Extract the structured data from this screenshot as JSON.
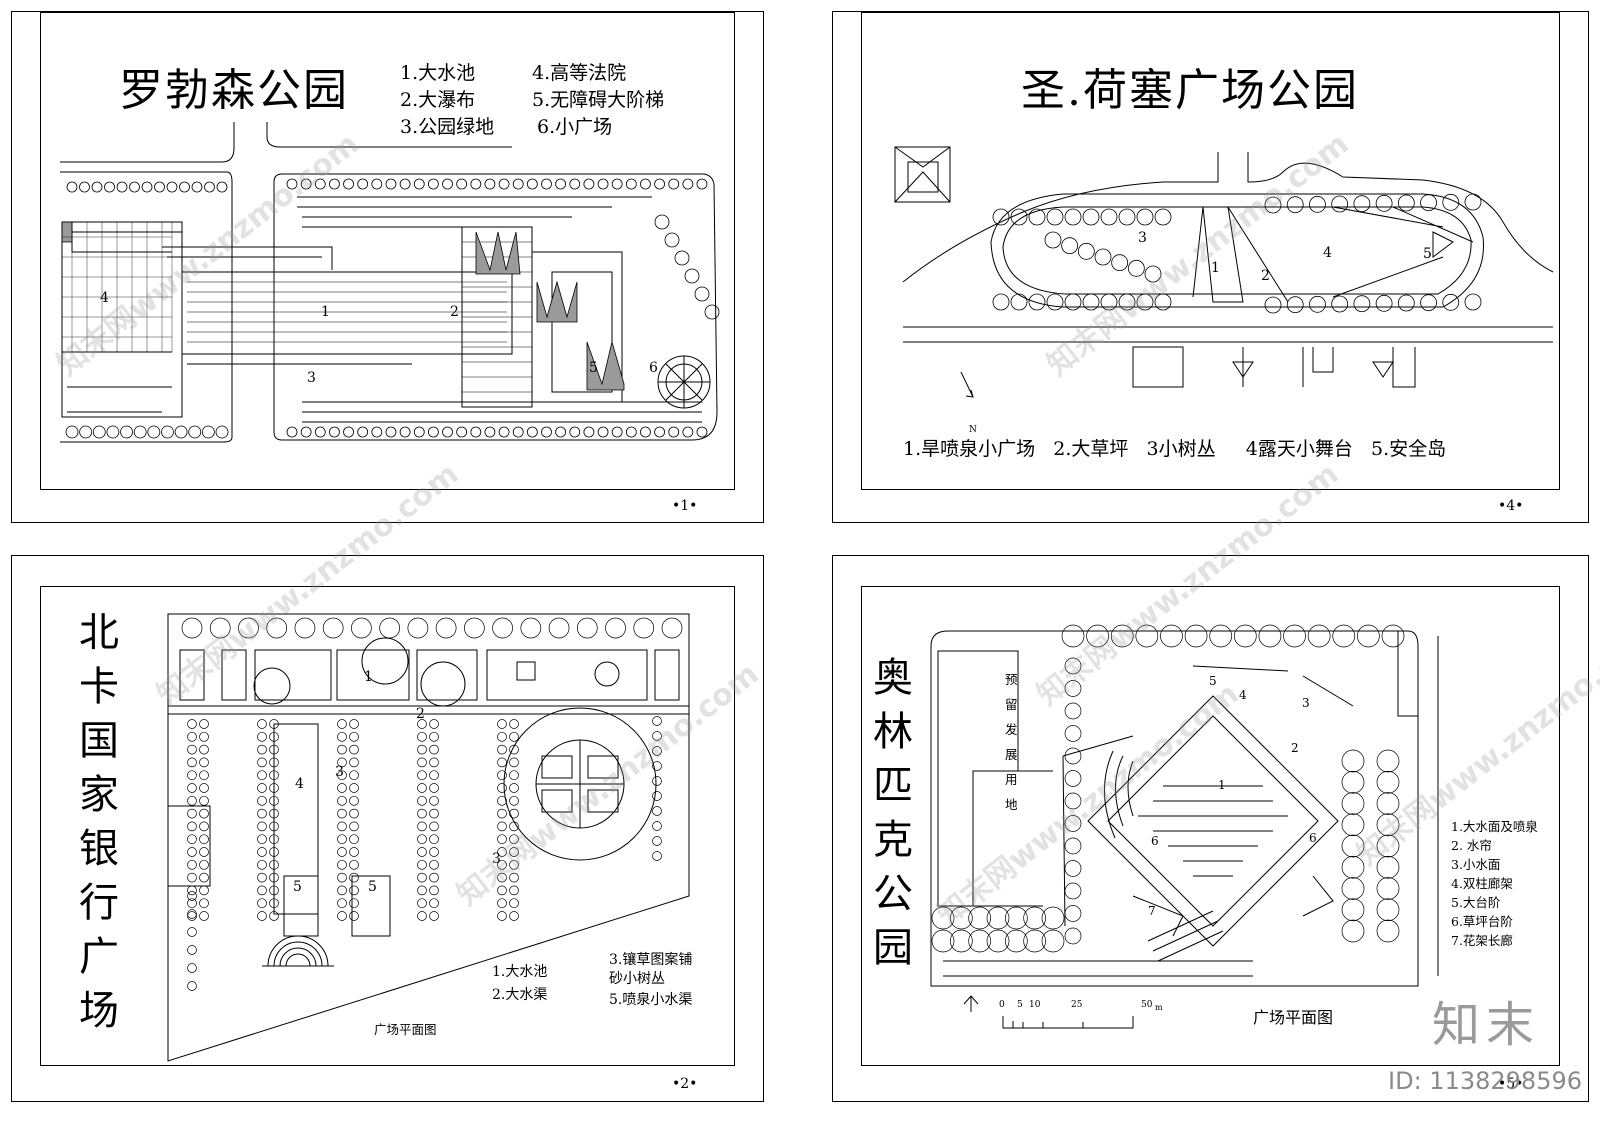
{
  "panels": [
    {
      "title": "罗勃森公园",
      "legend": [
        "1.大水池",
        "4.高等法院",
        "2.大瀑布",
        "5.无障碍大阶梯",
        "3.公园绿地",
        "6.小广场"
      ],
      "labels": [
        "1",
        "2",
        "3",
        "4",
        "5",
        "6"
      ],
      "page_no": "•1•"
    },
    {
      "title": "北卡国家银行广场",
      "legend": [
        "1.大水池",
        "2.大水渠",
        "3.镶草图案铺",
        "砂小树丛",
        "5.喷泉小水渠"
      ],
      "labels": [
        "1",
        "2",
        "3",
        "4",
        "5",
        "5",
        "3"
      ],
      "caption": "广场平面图",
      "page_no": "•2•"
    },
    {
      "title": "圣.荷塞广场公园",
      "legend": "1.旱喷泉小广场   2.大草坪   3小树丛     4露天小舞台   5.安全岛",
      "north": "N",
      "labels": [
        "1",
        "2",
        "3",
        "4",
        "5"
      ],
      "page_no": "•4•"
    },
    {
      "title": "奥林匹克公园",
      "reserved": [
        "预",
        "留",
        "发",
        "展",
        "用",
        "地"
      ],
      "legend": [
        "1.大水面及喷泉",
        "2. 水帘",
        "3.小水面",
        "4.双柱廊架",
        "5.大台阶",
        "6.草坪台阶",
        "7.花架长廊"
      ],
      "labels": [
        "1",
        "2",
        "3",
        "4",
        "5",
        "6",
        "6",
        "7"
      ],
      "scale": [
        "0",
        "5",
        "10",
        "25",
        "50",
        "m"
      ],
      "caption": "广场平面图",
      "page_no": "•5•"
    }
  ],
  "watermark": {
    "site": "知末网www.znzmo.com",
    "logo": "知末",
    "id": "ID: 1138298596"
  }
}
